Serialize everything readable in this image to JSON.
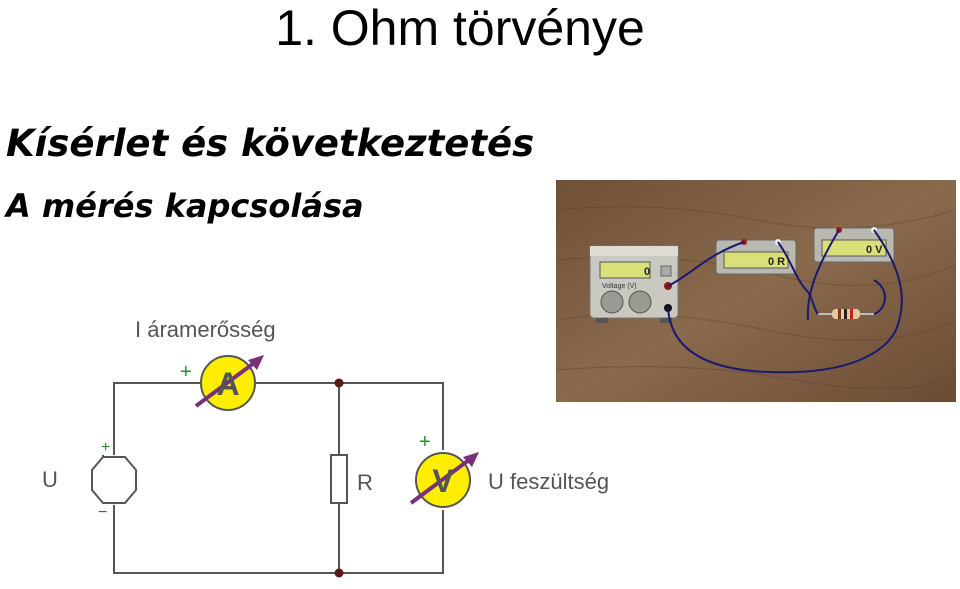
{
  "slide": {
    "title": "1. Ohm törvénye",
    "subtitle": "Kísérlet és következtetés",
    "section": "A mérés kapcsolása"
  },
  "circuit": {
    "current_label": "I áramerősség",
    "ammeter_symbol": "A",
    "voltmeter_symbol": "V",
    "source_label": "U",
    "resistor_label": "R",
    "voltage_label": "U feszültség",
    "plus": "+",
    "minus": "−",
    "colors": {
      "meter_fill": "#ffee00",
      "arrow": "#7a2f7a",
      "plus_sign": "#2f8f2f",
      "wire": "#555555"
    }
  },
  "photo": {
    "source_display": "0",
    "voltage_knob_label": "Voltage (V)",
    "ohm_display": "0 R",
    "volt_display": "0 V",
    "colors": {
      "wood": "#7a5a3f",
      "display": "#d9e07a",
      "wire": "#1a1a6e"
    }
  }
}
